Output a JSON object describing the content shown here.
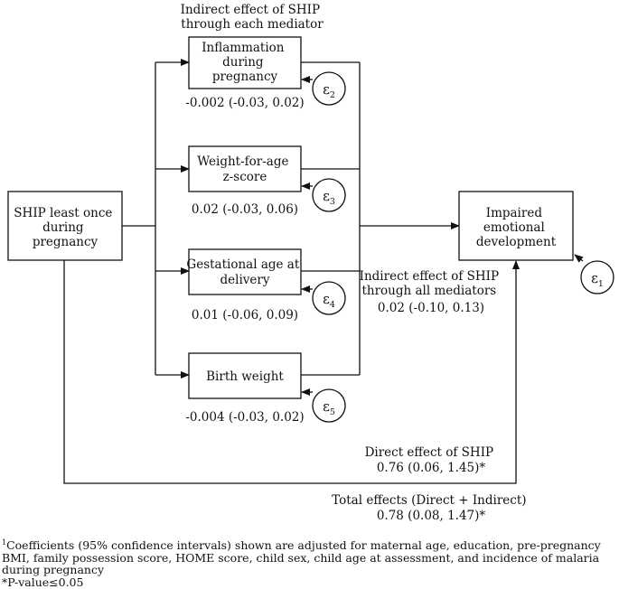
{
  "diagram": {
    "header_mediators": [
      "Indirect effect of SHIP",
      "through each mediator"
    ],
    "exposure": [
      "SHIP least once",
      "during",
      "pregnancy"
    ],
    "outcome": [
      "Impaired",
      "emotional",
      "development"
    ],
    "mediators": [
      {
        "label": [
          "Inflammation",
          "during",
          "pregnancy"
        ],
        "effect": "-0.002 (-0.03, 0.02)",
        "error_sub": "2"
      },
      {
        "label": [
          "Weight-for-age",
          "z-score"
        ],
        "effect": "0.02 (-0.03, 0.06)",
        "error_sub": "3"
      },
      {
        "label": [
          "Gestational age at",
          "delivery"
        ],
        "effect": "0.01 (-0.06, 0.09)",
        "error_sub": "4"
      },
      {
        "label": [
          "Birth weight"
        ],
        "effect": "-0.004 (-0.03, 0.02)",
        "error_sub": "5"
      }
    ],
    "outcome_error_sub": "1",
    "error_symbol": "ε",
    "indirect_all": [
      "Indirect effect of SHIP",
      "through all mediators",
      "0.02 (-0.10, 0.13)"
    ],
    "direct": [
      "Direct effect of SHIP",
      "0.76 (0.06, 1.45)*"
    ],
    "total": [
      "Total effects (Direct + Indirect)",
      "0.78 (0.08, 1.47)*"
    ]
  },
  "footnote": {
    "marker": "1",
    "lines": [
      "Coefficients (95% confidence intervals) shown are adjusted for maternal age, education, pre-pregnancy",
      "BMI, family possession score, HOME score, child sex, child age at assessment, and incidence of malaria",
      "during pregnancy"
    ],
    "significance": "*P-value≤0.05"
  }
}
